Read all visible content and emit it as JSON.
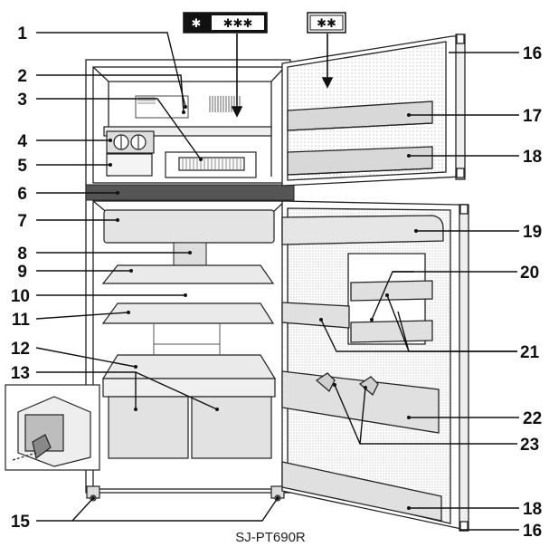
{
  "labels": [
    "1",
    "2",
    "3",
    "4",
    "5",
    "6",
    "7",
    "8",
    "9",
    "10",
    "11",
    "12",
    "13",
    "15",
    "16",
    "17",
    "18",
    "19",
    "20",
    "21",
    "22",
    "23",
    "18",
    "16"
  ],
  "freezer_rating": {
    "snowflake": "✱",
    "stars": "✱✱✱"
  },
  "door_rating": {
    "stars": "✱✱"
  },
  "model": "SJ-PT690R"
}
